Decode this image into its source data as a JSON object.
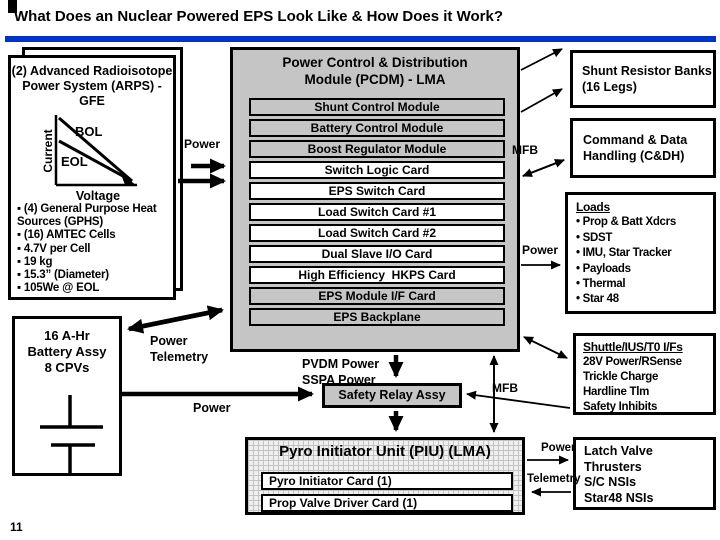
{
  "page": {
    "title": "What Does an Nuclear Powered EPS Look Like & How Does it Work?",
    "page_number": "11"
  },
  "colors": {
    "accent_blue": "#0033CC",
    "panel_gray": "#C5C5C5"
  },
  "arps": {
    "title": "(2) Advanced Radioisotope Power System (ARPS) - GFE",
    "chart": {
      "ylabel": "Current",
      "xlabel": "Voltage",
      "series": [
        "BOL",
        "EOL"
      ]
    },
    "bullets": [
      "▪ (4) General Purpose Heat Sources (GPHS)",
      "▪ (16) AMTEC Cells",
      "▪ 4.7V per Cell",
      "▪ 19 kg",
      "▪ 15.3” (Diameter)",
      "▪ 105We @ EOL"
    ]
  },
  "chart_data": {
    "type": "line",
    "title": "",
    "xlabel": "Voltage",
    "ylabel": "Current",
    "grid": false,
    "series": [
      {
        "name": "BOL",
        "x": [
          0,
          1
        ],
        "y": [
          1,
          0
        ]
      },
      {
        "name": "EOL",
        "x": [
          0,
          1
        ],
        "y": [
          0.62,
          0
        ]
      }
    ],
    "legend_position": "inline"
  },
  "pcdm": {
    "title1": "Power Control & Distribution",
    "title2": "Module (PCDM) - LMA",
    "rows": [
      {
        "label": "Shunt Control Module",
        "tone": "gray"
      },
      {
        "label": "Battery Control Module",
        "tone": "gray"
      },
      {
        "label": "Boost Regulator Module",
        "tone": "gray"
      },
      {
        "label": "Switch Logic Card",
        "tone": "white"
      },
      {
        "label": "EPS Switch Card",
        "tone": "white"
      },
      {
        "label": "Load Switch Card #1",
        "tone": "white"
      },
      {
        "label": "Load Switch Card #2",
        "tone": "white"
      },
      {
        "label": "Dual Slave I/O Card",
        "tone": "white"
      },
      {
        "label": "High Efficiency  HKPS Card",
        "tone": "white"
      },
      {
        "label": "EPS Module I/F Card",
        "tone": "gray"
      },
      {
        "label": "EPS Backplane",
        "tone": "gray"
      }
    ]
  },
  "boxes": {
    "shunt_resistor": {
      "label": "Shunt Resistor Banks (16 Legs)"
    },
    "cdh": {
      "label": "Command & Data Handling (C&DH)"
    },
    "loads": {
      "title": "Loads",
      "items": [
        "• Prop & Batt Xdcrs",
        "• SDST",
        "• IMU, Star Tracker",
        "• Payloads",
        "• Thermal",
        "• Star 48"
      ]
    },
    "shuttle": {
      "title": "Shuttle/IUS/T0 I/Fs",
      "items": [
        "28V Power/RSense",
        "Trickle Charge",
        "Hardline Tlm",
        "Safety Inhibits"
      ]
    },
    "latch": {
      "lines": [
        "Latch Valve",
        "Thrusters",
        "S/C NSIs",
        "Star48 NSIs"
      ]
    },
    "battery": {
      "lines": [
        "16 A-Hr",
        "Battery Assy",
        "8 CPVs"
      ]
    },
    "safety_relay": {
      "label": "Safety Relay Assy"
    },
    "piu": {
      "title": "Pyro Initiator Unit (PIU) (LMA)",
      "cards": [
        "Pyro Initiator Card (1)",
        "Prop Valve Driver Card (1)"
      ]
    }
  },
  "labels": {
    "power_arps": "Power",
    "mfb_top": "MFB",
    "power_loads": "Power",
    "power_telemetry_line1": "Power",
    "power_telemetry_line2": "Telemetry",
    "pvdm": "PVDM Power",
    "sspa": "SSPA Power",
    "power_battery": "Power",
    "mfb_bottom": "MFB",
    "power_piu": "Power",
    "telemetry_piu": "Telemetry"
  }
}
